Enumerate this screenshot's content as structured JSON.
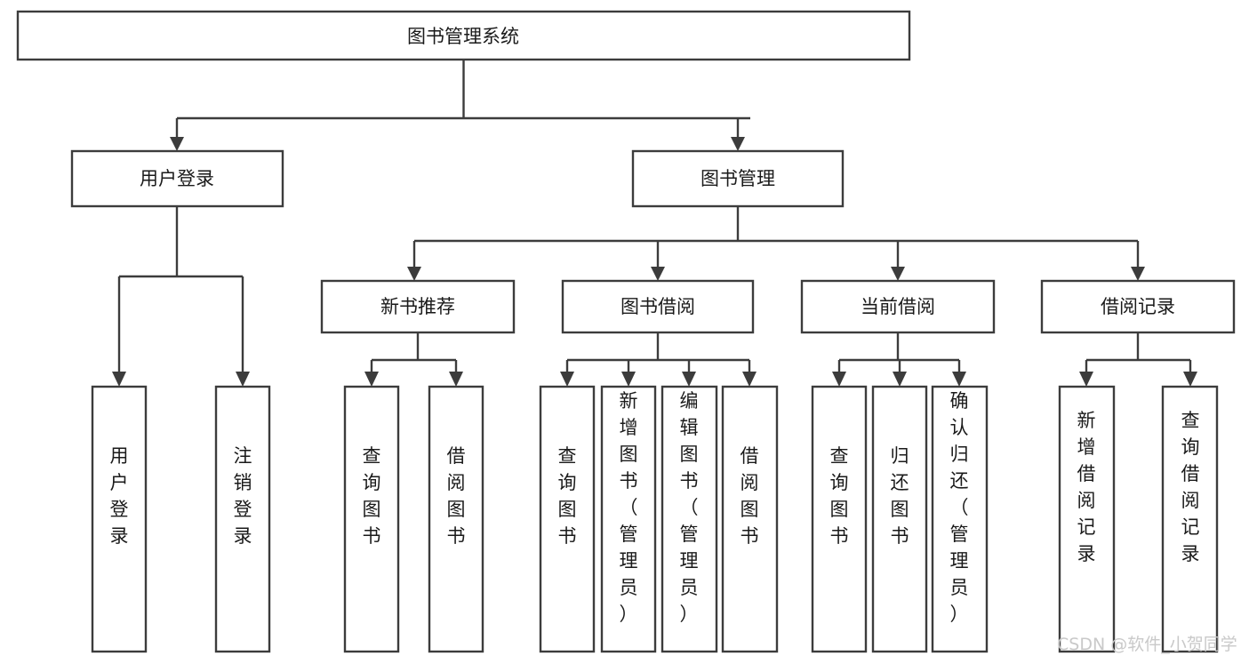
{
  "diagram": {
    "title": "图书管理系统",
    "type": "tree-hierarchy-chart",
    "colors": {
      "stroke": "#3c3c3c",
      "fill": "#ffffff",
      "text": "#1a1a1a",
      "watermark": "#c9c9c9"
    },
    "root": {
      "label": "图书管理系统"
    },
    "level2": [
      {
        "label": "用户登录"
      },
      {
        "label": "图书管理"
      }
    ],
    "level3": [
      {
        "label": "新书推荐"
      },
      {
        "label": "图书借阅"
      },
      {
        "label": "当前借阅"
      },
      {
        "label": "借阅记录"
      }
    ],
    "leaves": {
      "user_login": [
        {
          "label": "用户登录"
        },
        {
          "label": "注销登录"
        }
      ],
      "new_book_recommend": [
        {
          "label": "查询图书"
        },
        {
          "label": "借阅图书"
        }
      ],
      "book_borrow": [
        {
          "label": "查询图书"
        },
        {
          "label": "新增图书（管理员）"
        },
        {
          "label": "编辑图书（管理员）"
        },
        {
          "label": "借阅图书"
        }
      ],
      "current_borrow": [
        {
          "label": "查询图书"
        },
        {
          "label": "归还图书"
        },
        {
          "label": "确认归还（管理员）"
        }
      ],
      "borrow_record": [
        {
          "label": "新增借阅记录"
        },
        {
          "label": "查询借阅记录"
        }
      ]
    }
  },
  "watermark": {
    "text": "CSDN @软件_小贺同学"
  }
}
